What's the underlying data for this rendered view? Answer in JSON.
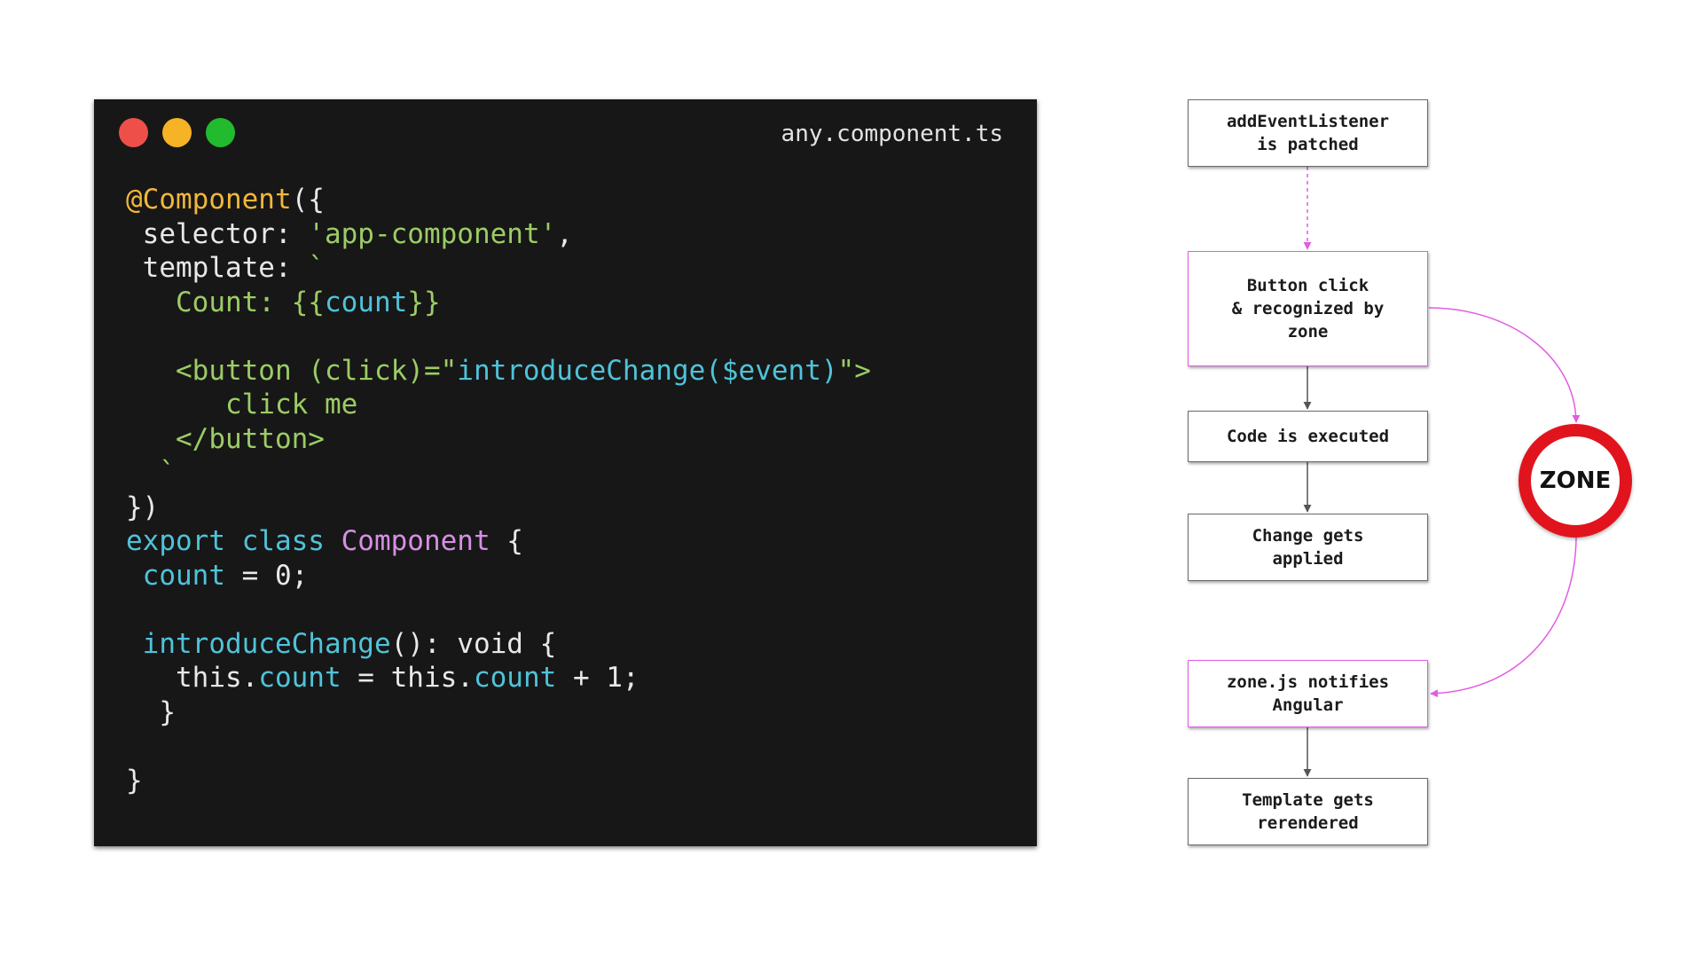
{
  "editor": {
    "filename": "any.component.ts",
    "window_dots": [
      {
        "name": "close",
        "color": "#ee5049"
      },
      {
        "name": "minimize",
        "color": "#f6b325"
      },
      {
        "name": "maximize",
        "color": "#22bb2e"
      }
    ],
    "colors": {
      "default": "#e8e8e8",
      "decorator": "#f1b73b",
      "string": "#9ccc65",
      "keyword": "#4fc3d9",
      "class_name": "#d68fe3"
    },
    "code_lines": [
      [
        {
          "t": "@Component",
          "c": "decorator"
        },
        {
          "t": "({",
          "c": "default"
        }
      ],
      [
        {
          "t": " selector: ",
          "c": "default"
        },
        {
          "t": "'app-component'",
          "c": "string"
        },
        {
          "t": ",",
          "c": "default"
        }
      ],
      [
        {
          "t": " template: ",
          "c": "default"
        },
        {
          "t": "`",
          "c": "string"
        }
      ],
      [
        {
          "t": "   Count: {{",
          "c": "string"
        },
        {
          "t": "count",
          "c": "keyword"
        },
        {
          "t": "}}",
          "c": "string"
        }
      ],
      [],
      [
        {
          "t": "   <button (click)=\"",
          "c": "string"
        },
        {
          "t": "introduceChange($event)",
          "c": "keyword"
        },
        {
          "t": "\">",
          "c": "string"
        }
      ],
      [
        {
          "t": "      click me",
          "c": "string"
        }
      ],
      [
        {
          "t": "   </button>",
          "c": "string"
        }
      ],
      [
        {
          "t": "  `",
          "c": "string"
        }
      ],
      [
        {
          "t": "})",
          "c": "default"
        }
      ],
      [
        {
          "t": "export class ",
          "c": "keyword"
        },
        {
          "t": "Component",
          "c": "class_name"
        },
        {
          "t": " {",
          "c": "default"
        }
      ],
      [
        {
          "t": " count",
          "c": "keyword"
        },
        {
          "t": " = 0;",
          "c": "default"
        }
      ],
      [],
      [
        {
          "t": " introduceChange",
          "c": "keyword"
        },
        {
          "t": "(): void {",
          "c": "default"
        }
      ],
      [
        {
          "t": "   this.",
          "c": "default"
        },
        {
          "t": "count",
          "c": "keyword"
        },
        {
          "t": " = this.",
          "c": "default"
        },
        {
          "t": "count",
          "c": "keyword"
        },
        {
          "t": " + 1;",
          "c": "default"
        }
      ],
      [
        {
          "t": "  }",
          "c": "default"
        }
      ],
      [],
      [
        {
          "t": "}",
          "c": "default"
        }
      ]
    ]
  },
  "flow": {
    "steps": [
      {
        "id": "patched",
        "label": "addEventListener\nis patched",
        "highlight": false
      },
      {
        "id": "click",
        "label": "Button click\n& recognized by\nzone",
        "highlight": true
      },
      {
        "id": "executed",
        "label": "Code is executed",
        "highlight": false
      },
      {
        "id": "change",
        "label": "Change gets\napplied",
        "highlight": false
      },
      {
        "id": "notify",
        "label": "zone.js notifies\nAngular",
        "highlight": true
      },
      {
        "id": "rerender",
        "label": "Template gets\nrerendered",
        "highlight": false
      }
    ],
    "zone_label": "ZONE",
    "colors": {
      "highlight": "#e35ce3",
      "zone_ring": "#e1141d",
      "arrow": "#555555"
    }
  }
}
